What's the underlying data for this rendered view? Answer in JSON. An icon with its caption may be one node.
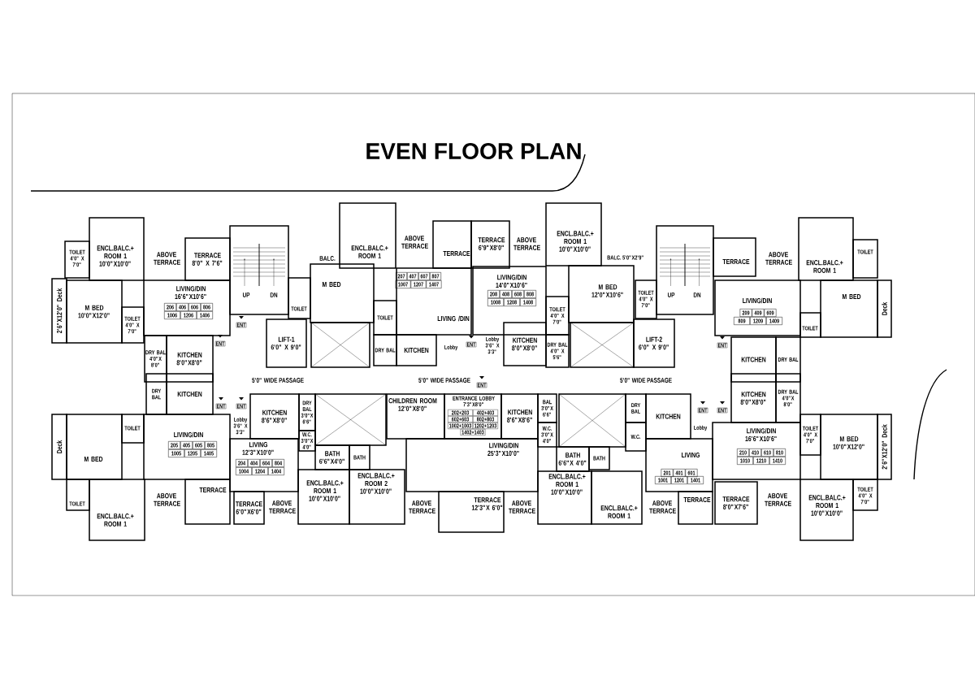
{
  "diagram": {
    "title": "EVEN FLOOR PLAN",
    "nodes": [
      {
        "text": [
          "TOILET",
          "4'0\" X 7'0\""
        ]
      },
      {
        "text": [
          "ENCL.BALC.+ ROOM 1",
          "10'0\"X10'0\""
        ]
      },
      {
        "text": [
          "TERRACE",
          "8'0\" X 7'6\""
        ]
      },
      {
        "text": [
          "LIVING/DIN",
          "16'6\"X10'6\""
        ]
      },
      {
        "text": [
          "M BED",
          "10'0\"X12'0\""
        ]
      },
      {
        "text": [
          "2'6\"X12'0\" Deck"
        ]
      },
      {
        "text": [
          "TOILET",
          "4'0\" X 7'0\""
        ]
      },
      {
        "text": [
          "DRY BAL",
          "4'0\"X 8'0\""
        ]
      },
      {
        "text": [
          "KITCHEN",
          "8'0\"X8'0\""
        ]
      },
      {
        "text": [
          "LIFT-1",
          "6'0\" X 9'0\""
        ]
      },
      {
        "text": [
          "TOILET"
        ]
      },
      {
        "text": [
          "M BED"
        ]
      },
      {
        "text": [
          "ENCL.BALC.+ ROOM 1"
        ]
      },
      {
        "text": [
          "TERRACE"
        ]
      },
      {
        "text": [
          "TERRACE",
          "6'9\"X8'0\""
        ]
      },
      {
        "text": [
          "ENCL.BALC.+ ROOM 1",
          "10'0\"X10'0\""
        ]
      },
      {
        "text": [
          "LIVING /DIN"
        ]
      },
      {
        "text": [
          "TOILET"
        ]
      },
      {
        "text": [
          "DRY BAL"
        ]
      },
      {
        "text": [
          "KITCHEN"
        ]
      },
      {
        "text": [
          "LIVING/DIN",
          "14'0\"X10'6\""
        ]
      },
      {
        "text": [
          "KITCHEN",
          "8'0\"X8'0\""
        ]
      },
      {
        "text": [
          "M BED",
          "12'0\"X10'6\""
        ]
      },
      {
        "text": [
          "TOILET",
          "4'0\" X 7'0\""
        ]
      },
      {
        "text": [
          "DRY BAL",
          "4'0\" X 5'6\""
        ]
      },
      {
        "text": [
          "LIFT-2",
          "6'0\" X 9'0\""
        ]
      },
      {
        "text": [
          "TOILET",
          "4'0\" X 7'0\""
        ]
      },
      {
        "text": [
          "TERRACE"
        ]
      },
      {
        "text": [
          "ENCL.BALC.+ ROOM 1"
        ]
      },
      {
        "text": [
          "TOILET"
        ]
      },
      {
        "text": [
          "LIVING/DIN"
        ]
      },
      {
        "text": [
          "M BED"
        ]
      },
      {
        "text": [
          "Deck"
        ]
      },
      {
        "text": [
          "TOILET"
        ]
      },
      {
        "text": [
          "KITCHEN"
        ]
      },
      {
        "text": [
          "DRY BAL"
        ]
      },
      {
        "text": [
          "DRY BAL"
        ]
      },
      {
        "text": [
          "KITCHEN"
        ]
      },
      {
        "text": [
          "TOILET"
        ]
      },
      {
        "text": [
          "LIVING/DIN"
        ]
      },
      {
        "text": [
          "M BED"
        ]
      },
      {
        "text": [
          "Deck"
        ]
      },
      {
        "text": [
          "TOILET"
        ]
      },
      {
        "text": [
          "ENCL.BALC.+ ROOM 1"
        ]
      },
      {
        "text": [
          "TERRACE"
        ]
      },
      {
        "text": [
          "KITCHEN",
          "8'6\"X8'0\""
        ]
      },
      {
        "text": [
          "DRY BAL",
          "3'0\"X 6'6\""
        ]
      },
      {
        "text": [
          "W.C.",
          "3'0\"X 4'0\""
        ]
      },
      {
        "text": [
          "LIVING",
          "12'3\"X10'0\""
        ]
      },
      {
        "text": [
          "TERRACE",
          "6'0\"X6'0\""
        ]
      },
      {
        "text": [
          "BATH",
          "6'6\"X4'0\""
        ]
      },
      {
        "text": [
          "ENCL.BALC.+ ROOM 1",
          "10'0\"X10'0\""
        ]
      },
      {
        "text": [
          "BATH"
        ]
      },
      {
        "text": [
          "ENCL.BALC.+ ROOM 2",
          "10'0\"X10'0\""
        ]
      },
      {
        "text": [
          "CHILDREN ROOM",
          "12'0\"X8'0\""
        ]
      },
      {
        "text": [
          "ENTRANCE LOBBY",
          "7'3\"X8'0\""
        ]
      },
      {
        "text": [
          "KITCHEN",
          "8'6\"X8'6\""
        ]
      },
      {
        "text": [
          "BAL",
          "3'0\"X 6'6\""
        ]
      },
      {
        "text": [
          "W.C.",
          "3'0\"X 4'0\""
        ]
      },
      {
        "text": [
          "LIVING/DIN",
          "25'3\"X10'0\""
        ]
      },
      {
        "text": [
          "TERRACE",
          "12'3\"X 6'0\""
        ]
      },
      {
        "text": [
          "BATH",
          "6'6\"X 4'0\""
        ]
      },
      {
        "text": [
          "BATH"
        ]
      },
      {
        "text": [
          "ENCL.BALC.+ ROOM 1",
          "10'0\"X10'0\""
        ]
      },
      {
        "text": [
          "ENCL.BALC.+ ROOM 1"
        ]
      },
      {
        "text": [
          "DRY BAL"
        ]
      },
      {
        "text": [
          "W.C."
        ]
      },
      {
        "text": [
          "KITCHEN"
        ]
      },
      {
        "text": [
          "LIVING"
        ]
      },
      {
        "text": [
          "TERRACE"
        ]
      },
      {
        "text": [
          "KITCHEN",
          "8'0\"X8'0\""
        ]
      },
      {
        "text": [
          "DRY BAL",
          "4'0\"X 8'0\""
        ]
      },
      {
        "text": [
          "LIVING/DIN",
          "16'6\"X10'6\""
        ]
      },
      {
        "text": [
          "TOILET",
          "4'0\" X 7'0\""
        ]
      },
      {
        "text": [
          "M BED",
          "10'0\"X12'0\""
        ]
      },
      {
        "text": [
          "2'6\"X12'0\" Deck"
        ]
      },
      {
        "text": [
          "TERRACE",
          "8'0\"X7'6\""
        ]
      },
      {
        "text": [
          "ENCL.BALC.+ ROOM 1",
          "10'0\"X10'0\""
        ]
      },
      {
        "text": [
          "TOILET",
          "4'0\" X 7'0\""
        ]
      }
    ],
    "labels": [
      "ABOVE TERRACE",
      "ABOVE TERRACE",
      "ABOVE TERRACE",
      "ABOVE TERRACE",
      "ABOVE TERRACE",
      "ABOVE TERRACE",
      "ABOVE TERRACE",
      "ABOVE TERRACE",
      "ABOVE TERRACE",
      "ABOVE TERRACE",
      "BALC.",
      "BALC. 5'0\"X2'9\"",
      "UP",
      "DN",
      "UP",
      "DN",
      "5'0\" WIDE PASSAGE",
      "5'0\" WIDE PASSAGE",
      "5'0\" WIDE PASSAGE",
      "Lobby",
      "Lobby 3'6\" X 3'3\"",
      "Lobby 3'6\" X 3'3\"",
      "Lobby",
      "ENT",
      "ENT",
      "ENT",
      "ENT",
      "ENT",
      "ENT",
      "ENT",
      "ENT",
      "ENT",
      "206",
      "406",
      "606",
      "806",
      "1006",
      "1206",
      "1406",
      "207",
      "407",
      "607",
      "807",
      "1007",
      "1207",
      "1407",
      "208",
      "408",
      "608",
      "808",
      "1008",
      "1208",
      "1408",
      "209",
      "409",
      "609",
      "809",
      "1209",
      "1409",
      "205",
      "405",
      "605",
      "805",
      "1005",
      "1205",
      "1405",
      "204",
      "404",
      "604",
      "804",
      "1004",
      "1204",
      "1404",
      "202+203",
      "402+403",
      "602+603",
      "802+803",
      "1002+1003",
      "1202+1203",
      "1402+1403",
      "201",
      "401",
      "601",
      "1001",
      "1201",
      "1401",
      "210",
      "410",
      "610",
      "810",
      "1010",
      "1210",
      "1410"
    ]
  }
}
